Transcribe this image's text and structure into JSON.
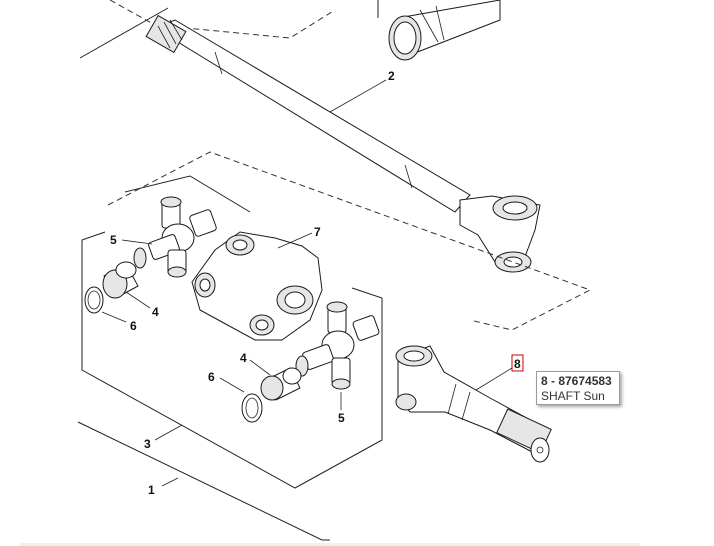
{
  "callouts": [
    {
      "id": "1",
      "label": "1"
    },
    {
      "id": "2",
      "label": "2"
    },
    {
      "id": "3",
      "label": "3"
    },
    {
      "id": "4a",
      "label": "4"
    },
    {
      "id": "4b",
      "label": "4"
    },
    {
      "id": "5a",
      "label": "5"
    },
    {
      "id": "5b",
      "label": "5"
    },
    {
      "id": "6a",
      "label": "6"
    },
    {
      "id": "6b",
      "label": "6"
    },
    {
      "id": "7",
      "label": "7"
    },
    {
      "id": "8",
      "label": "8"
    }
  ],
  "tooltip": {
    "part_line": "8 - 87674583",
    "description": "SHAFT Sun"
  },
  "colors": {
    "highlight_box": "#cc0000",
    "line": "#222222",
    "background": "#ffffff"
  }
}
